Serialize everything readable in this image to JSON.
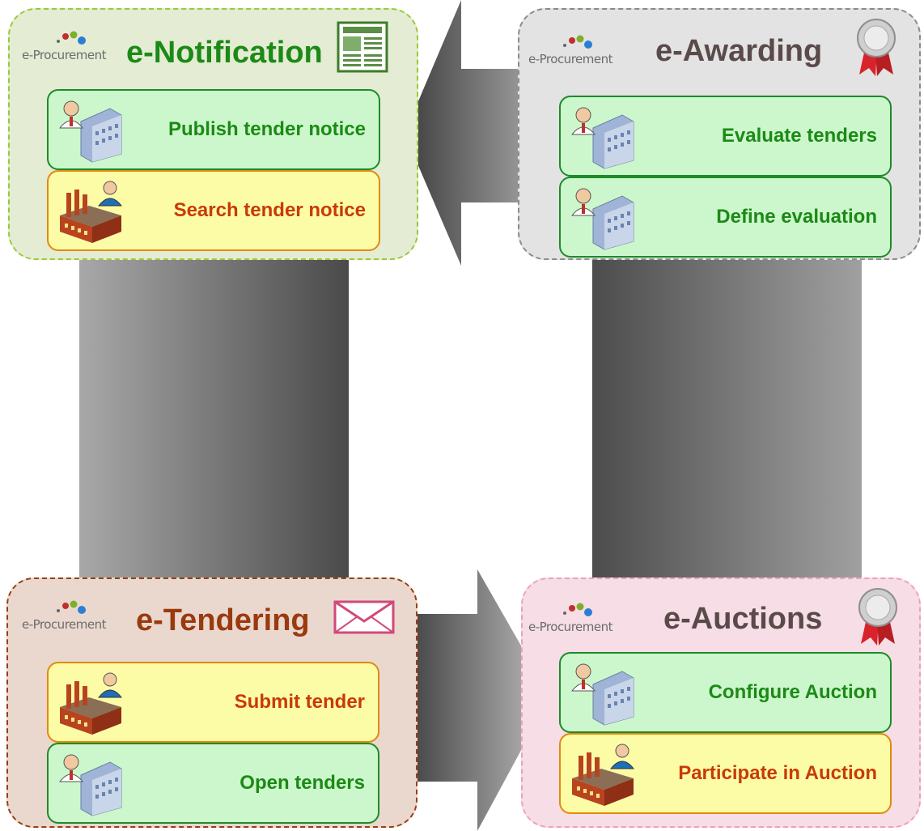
{
  "colors": {
    "task_green_fill": "#ccf7cc",
    "task_green_text": "#1c8a16",
    "task_yellow_fill": "#fdfca6",
    "task_yellow_text": "#c83a0a",
    "arrow_gray": "#777777"
  },
  "logo_text": "e-Procurement",
  "panels": {
    "notification": {
      "title": "e-Notification",
      "icon": "newspaper-icon",
      "tasks": [
        {
          "label": "Publish tender notice",
          "actor": "contracting-authority-icon",
          "style": "green"
        },
        {
          "label": "Search tender notice",
          "actor": "economic-operator-icon",
          "style": "yellow"
        }
      ]
    },
    "awarding": {
      "title": "e-Awarding",
      "icon": "award-ribbon-icon",
      "tasks": [
        {
          "label": "Evaluate tenders",
          "actor": "contracting-authority-icon",
          "style": "green"
        },
        {
          "label": "Define evaluation",
          "actor": "contracting-authority-icon",
          "style": "green"
        }
      ]
    },
    "tendering": {
      "title": "e-Tendering",
      "icon": "envelope-icon",
      "tasks": [
        {
          "label": "Submit tender",
          "actor": "economic-operator-icon",
          "style": "yellow"
        },
        {
          "label": "Open tenders",
          "actor": "contracting-authority-icon",
          "style": "green"
        }
      ]
    },
    "auctions": {
      "title": "e-Auctions",
      "icon": "award-ribbon-icon",
      "tasks": [
        {
          "label": "Configure Auction",
          "actor": "contracting-authority-icon",
          "style": "green"
        },
        {
          "label": "Participate in Auction",
          "actor": "economic-operator-icon",
          "style": "yellow"
        }
      ]
    }
  }
}
